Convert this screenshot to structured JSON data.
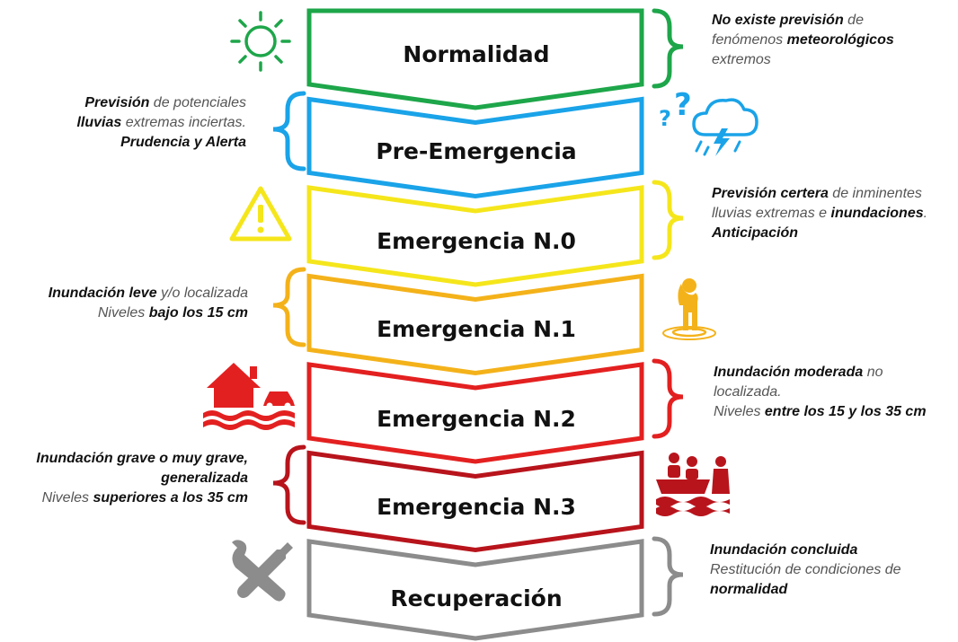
{
  "stages": [
    {
      "id": "normalidad",
      "label": "Normalidad",
      "color": "#1ea64a",
      "icon": "sun-icon"
    },
    {
      "id": "pre-emergencia",
      "label": "Pre-Emergencia",
      "color": "#1aa3e8",
      "icon": "storm-cloud-icon"
    },
    {
      "id": "emergencia-n0",
      "label": "Emergencia N.0",
      "color": "#f5e61c",
      "icon": "warning-icon"
    },
    {
      "id": "emergencia-n1",
      "label": "Emergencia N.1",
      "color": "#f4b21a",
      "icon": "person-in-water-icon"
    },
    {
      "id": "emergencia-n2",
      "label": "Emergencia N.2",
      "color": "#e32020",
      "icon": "flooded-house-car-icon"
    },
    {
      "id": "emergencia-n3",
      "label": "Emergencia N.3",
      "color": "#b8141c",
      "icon": "rescue-boat-icon"
    },
    {
      "id": "recuperacion",
      "label": "Recuperación",
      "color": "#8c8c8c",
      "icon": "wrench-screwdriver-icon"
    }
  ],
  "descriptions": {
    "normalidad": [
      [
        {
          "t": "No existe previsión",
          "b": true
        },
        {
          "t": " de",
          "b": false
        }
      ],
      [
        {
          "t": "fenómenos ",
          "b": false
        },
        {
          "t": "meteorológicos",
          "b": true
        }
      ],
      [
        {
          "t": "extremos",
          "b": false
        }
      ]
    ],
    "pre_emergencia": [
      [
        {
          "t": "Previsión",
          "b": true
        },
        {
          "t": " de potenciales",
          "b": false
        }
      ],
      [
        {
          "t": "lluvias",
          "b": true
        },
        {
          "t": " extremas inciertas.",
          "b": false
        }
      ],
      [
        {
          "t": "Prudencia y Alerta",
          "b": true
        }
      ]
    ],
    "emergencia_n0": [
      [
        {
          "t": "Previsión certera",
          "b": true
        },
        {
          "t": " de inminentes",
          "b": false
        }
      ],
      [
        {
          "t": "lluvias extremas e ",
          "b": false
        },
        {
          "t": "inundaciones",
          "b": true
        },
        {
          "t": ".",
          "b": false
        }
      ],
      [
        {
          "t": "Anticipación",
          "b": true
        }
      ]
    ],
    "emergencia_n1": [
      [
        {
          "t": "Inundación leve",
          "b": true
        },
        {
          "t": " y/o localizada",
          "b": false
        }
      ],
      [
        {
          "t": "Niveles  ",
          "b": false
        },
        {
          "t": "bajo los 15 cm",
          "b": true
        }
      ]
    ],
    "emergencia_n2": [
      [
        {
          "t": "Inundación moderada",
          "b": true
        },
        {
          "t": " no",
          "b": false
        }
      ],
      [
        {
          "t": "localizada.",
          "b": false
        }
      ],
      [
        {
          "t": "Niveles ",
          "b": false
        },
        {
          "t": "entre los 15 y los 35 cm",
          "b": true
        }
      ]
    ],
    "emergencia_n3": [
      [
        {
          "t": "Inundación grave o muy grave,",
          "b": true
        }
      ],
      [
        {
          "t": "generalizada",
          "b": true
        }
      ],
      [
        {
          "t": "Niveles ",
          "b": false
        },
        {
          "t": "superiores a los 35 cm",
          "b": true
        }
      ]
    ],
    "recuperacion": [
      [
        {
          "t": "Inundación concluida",
          "b": true
        }
      ],
      [
        {
          "t": "Restitución de condiciones de",
          "b": false
        }
      ],
      [
        {
          "t": "normalidad",
          "b": true
        }
      ]
    ]
  }
}
